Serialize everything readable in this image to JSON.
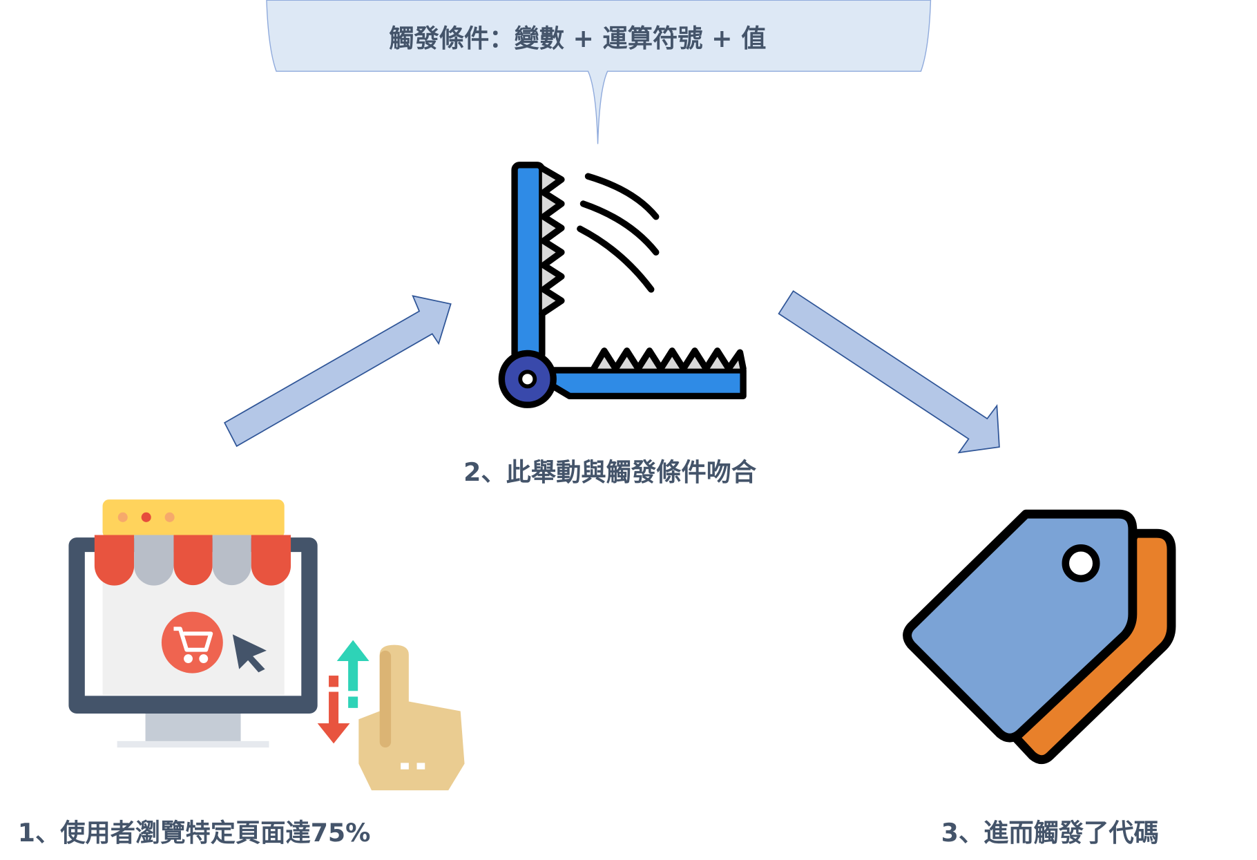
{
  "callout": {
    "text": "觸發條件：變數 + 運算符號 + 值"
  },
  "steps": [
    {
      "label": "1、使用者瀏覽特定頁面達75%",
      "icon": "online-store-scroll-icon"
    },
    {
      "label": "2、此舉動與觸發條件吻合",
      "icon": "trap-icon"
    },
    {
      "label": "3、進而觸發了代碼",
      "icon": "tags-icon"
    }
  ],
  "colors": {
    "text": "#44546a",
    "callout_fill": "#dde8f5",
    "arrow_fill": "#b4c7e7",
    "arrow_stroke": "#2f5597"
  }
}
